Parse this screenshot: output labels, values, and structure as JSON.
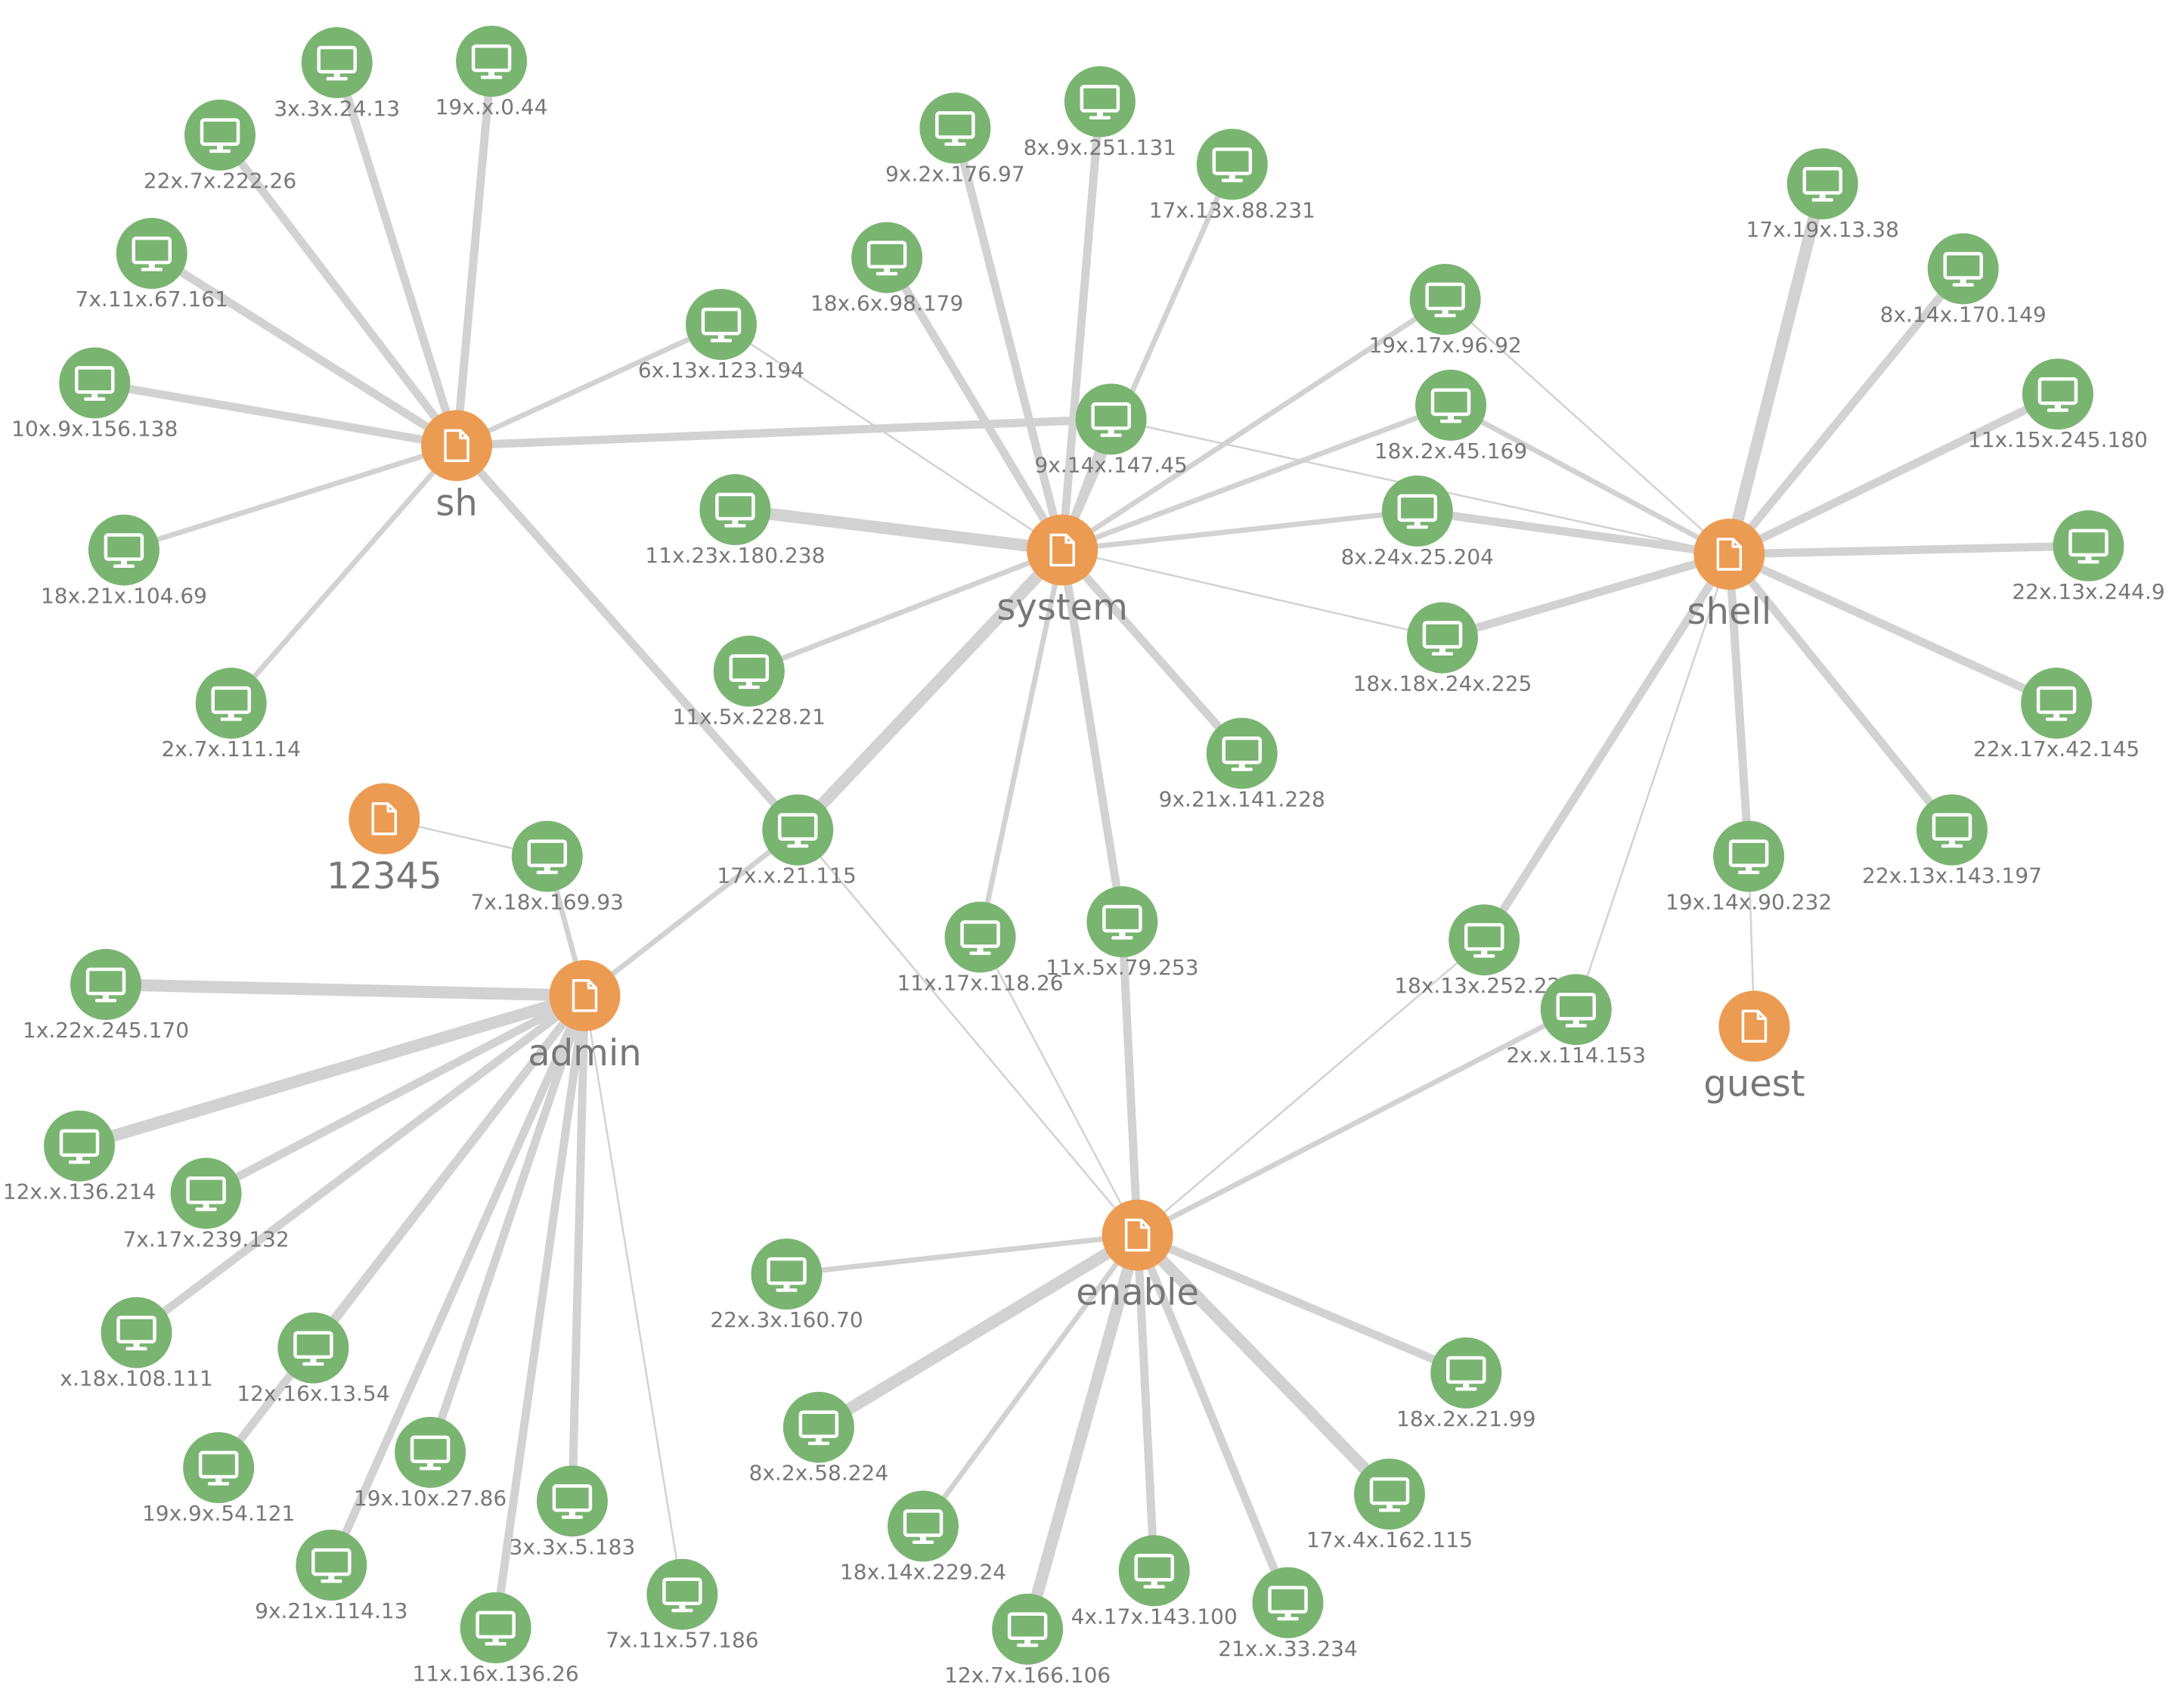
{
  "colors": {
    "host": "#79b571",
    "file": "#ec9b52",
    "edge": "#d2d2d2",
    "text": "#777777"
  },
  "icons": {
    "host": "monitor-icon",
    "file": "document-icon"
  },
  "nodes": [
    {
      "id": "sh",
      "label": "sh",
      "kind": "file"
    },
    {
      "id": "system",
      "label": "system",
      "kind": "file"
    },
    {
      "id": "shell",
      "label": "shell",
      "kind": "file"
    },
    {
      "id": "admin",
      "label": "admin",
      "kind": "file"
    },
    {
      "id": "enable",
      "label": "enable",
      "kind": "file"
    },
    {
      "id": "12345",
      "label": "12345",
      "kind": "file"
    },
    {
      "id": "guest",
      "label": "guest",
      "kind": "file"
    },
    {
      "id": "h1",
      "label": "3x.3x.24.13",
      "kind": "host"
    },
    {
      "id": "h2",
      "label": "19x.x.0.44",
      "kind": "host"
    },
    {
      "id": "h3",
      "label": "22x.7x.222.26",
      "kind": "host"
    },
    {
      "id": "h4",
      "label": "7x.11x.67.161",
      "kind": "host"
    },
    {
      "id": "h5",
      "label": "10x.9x.156.138",
      "kind": "host"
    },
    {
      "id": "h6",
      "label": "18x.21x.104.69",
      "kind": "host"
    },
    {
      "id": "h7",
      "label": "2x.7x.111.14",
      "kind": "host"
    },
    {
      "id": "h8",
      "label": "6x.13x.123.194",
      "kind": "host"
    },
    {
      "id": "h9",
      "label": "9x.2x.176.97",
      "kind": "host"
    },
    {
      "id": "h10",
      "label": "8x.9x.251.131",
      "kind": "host"
    },
    {
      "id": "h11",
      "label": "17x.13x.88.231",
      "kind": "host"
    },
    {
      "id": "h12",
      "label": "18x.6x.98.179",
      "kind": "host"
    },
    {
      "id": "h13",
      "label": "9x.14x.147.45",
      "kind": "host"
    },
    {
      "id": "h14",
      "label": "11x.23x.180.238",
      "kind": "host"
    },
    {
      "id": "h15",
      "label": "11x.5x.228.21",
      "kind": "host"
    },
    {
      "id": "h16",
      "label": "17x.x.21.115",
      "kind": "host"
    },
    {
      "id": "h17",
      "label": "9x.21x.141.228",
      "kind": "host"
    },
    {
      "id": "h18",
      "label": "11x.17x.118.26",
      "kind": "host"
    },
    {
      "id": "h19",
      "label": "11x.5x.79.253",
      "kind": "host"
    },
    {
      "id": "h20",
      "label": "19x.17x.96.92",
      "kind": "host"
    },
    {
      "id": "h21",
      "label": "18x.2x.45.169",
      "kind": "host"
    },
    {
      "id": "h22",
      "label": "8x.24x.25.204",
      "kind": "host"
    },
    {
      "id": "h23",
      "label": "18x.18x.24x.225",
      "kind": "host"
    },
    {
      "id": "h24",
      "label": "17x.19x.13.38",
      "kind": "host"
    },
    {
      "id": "h25",
      "label": "8x.14x.170.149",
      "kind": "host"
    },
    {
      "id": "h26",
      "label": "11x.15x.245.180",
      "kind": "host"
    },
    {
      "id": "h27",
      "label": "22x.13x.244.9",
      "kind": "host"
    },
    {
      "id": "h28",
      "label": "22x.17x.42.145",
      "kind": "host"
    },
    {
      "id": "h29",
      "label": "22x.13x.143.197",
      "kind": "host"
    },
    {
      "id": "h30",
      "label": "19x.14x.90.232",
      "kind": "host"
    },
    {
      "id": "h31",
      "label": "18x.13x.252.223",
      "kind": "host"
    },
    {
      "id": "h32",
      "label": "2x.x.114.153",
      "kind": "host"
    },
    {
      "id": "h33",
      "label": "7x.18x.169.93",
      "kind": "host"
    },
    {
      "id": "h34",
      "label": "1x.22x.245.170",
      "kind": "host"
    },
    {
      "id": "h35",
      "label": "12x.x.136.214",
      "kind": "host"
    },
    {
      "id": "h36",
      "label": "7x.17x.239.132",
      "kind": "host"
    },
    {
      "id": "h37",
      "label": "x.18x.108.111",
      "kind": "host"
    },
    {
      "id": "h38",
      "label": "12x.16x.13.54",
      "kind": "host"
    },
    {
      "id": "h39",
      "label": "19x.9x.54.121",
      "kind": "host"
    },
    {
      "id": "h40",
      "label": "19x.10x.27.86",
      "kind": "host"
    },
    {
      "id": "h41",
      "label": "9x.21x.114.13",
      "kind": "host"
    },
    {
      "id": "h42",
      "label": "3x.3x.5.183",
      "kind": "host"
    },
    {
      "id": "h43",
      "label": "11x.16x.136.26",
      "kind": "host"
    },
    {
      "id": "h44",
      "label": "7x.11x.57.186",
      "kind": "host"
    },
    {
      "id": "h45",
      "label": "22x.3x.160.70",
      "kind": "host"
    },
    {
      "id": "h46",
      "label": "8x.2x.58.224",
      "kind": "host"
    },
    {
      "id": "h47",
      "label": "18x.14x.229.24",
      "kind": "host"
    },
    {
      "id": "h48",
      "label": "12x.7x.166.106",
      "kind": "host"
    },
    {
      "id": "h49",
      "label": "4x.17x.143.100",
      "kind": "host"
    },
    {
      "id": "h50",
      "label": "21x.x.33.234",
      "kind": "host"
    },
    {
      "id": "h51",
      "label": "17x.4x.162.115",
      "kind": "host"
    },
    {
      "id": "h52",
      "label": "18x.2x.21.99",
      "kind": "host"
    }
  ],
  "edges": [
    [
      "sh",
      "h1",
      3
    ],
    [
      "sh",
      "h2",
      3
    ],
    [
      "sh",
      "h3",
      3
    ],
    [
      "sh",
      "h4",
      3
    ],
    [
      "sh",
      "h5",
      3
    ],
    [
      "sh",
      "h6",
      2
    ],
    [
      "sh",
      "h7",
      2
    ],
    [
      "sh",
      "h8",
      2
    ],
    [
      "sh",
      "h13",
      3
    ],
    [
      "sh",
      "h16",
      3
    ],
    [
      "system",
      "h9",
      3
    ],
    [
      "system",
      "h10",
      3
    ],
    [
      "system",
      "h11",
      2
    ],
    [
      "system",
      "h12",
      3
    ],
    [
      "system",
      "h13",
      3
    ],
    [
      "system",
      "h14",
      4
    ],
    [
      "system",
      "h15",
      2
    ],
    [
      "system",
      "h16",
      4
    ],
    [
      "system",
      "h17",
      3
    ],
    [
      "system",
      "h18",
      2
    ],
    [
      "system",
      "h19",
      3
    ],
    [
      "system",
      "h20",
      2
    ],
    [
      "system",
      "h21",
      2
    ],
    [
      "system",
      "h22",
      2
    ],
    [
      "system",
      "h23",
      1
    ],
    [
      "system",
      "h8",
      1
    ],
    [
      "shell",
      "h24",
      4
    ],
    [
      "shell",
      "h25",
      3
    ],
    [
      "shell",
      "h26",
      3
    ],
    [
      "shell",
      "h27",
      3
    ],
    [
      "shell",
      "h28",
      3
    ],
    [
      "shell",
      "h29",
      3
    ],
    [
      "shell",
      "h30",
      3
    ],
    [
      "shell",
      "h31",
      3
    ],
    [
      "shell",
      "h32",
      1
    ],
    [
      "shell",
      "h22",
      3
    ],
    [
      "shell",
      "h21",
      2
    ],
    [
      "shell",
      "h23",
      3
    ],
    [
      "shell",
      "h20",
      1
    ],
    [
      "shell",
      "h13",
      1
    ],
    [
      "guest",
      "h30",
      1
    ],
    [
      "12345",
      "h33",
      1
    ],
    [
      "admin",
      "h33",
      2
    ],
    [
      "admin",
      "h16",
      2
    ],
    [
      "admin",
      "h34",
      4
    ],
    [
      "admin",
      "h35",
      4
    ],
    [
      "admin",
      "h36",
      3
    ],
    [
      "admin",
      "h37",
      3
    ],
    [
      "admin",
      "h38",
      3
    ],
    [
      "admin",
      "h39",
      3
    ],
    [
      "admin",
      "h40",
      3
    ],
    [
      "admin",
      "h41",
      3
    ],
    [
      "admin",
      "h42",
      3
    ],
    [
      "admin",
      "h43",
      3
    ],
    [
      "admin",
      "h44",
      1
    ],
    [
      "enable",
      "h19",
      3
    ],
    [
      "enable",
      "h18",
      1
    ],
    [
      "enable",
      "h16",
      1
    ],
    [
      "enable",
      "h31",
      1
    ],
    [
      "enable",
      "h32",
      2
    ],
    [
      "enable",
      "h45",
      2
    ],
    [
      "enable",
      "h46",
      4
    ],
    [
      "enable",
      "h47",
      2
    ],
    [
      "enable",
      "h48",
      4
    ],
    [
      "enable",
      "h49",
      3
    ],
    [
      "enable",
      "h50",
      3
    ],
    [
      "enable",
      "h51",
      4
    ],
    [
      "enable",
      "h52",
      3
    ]
  ]
}
